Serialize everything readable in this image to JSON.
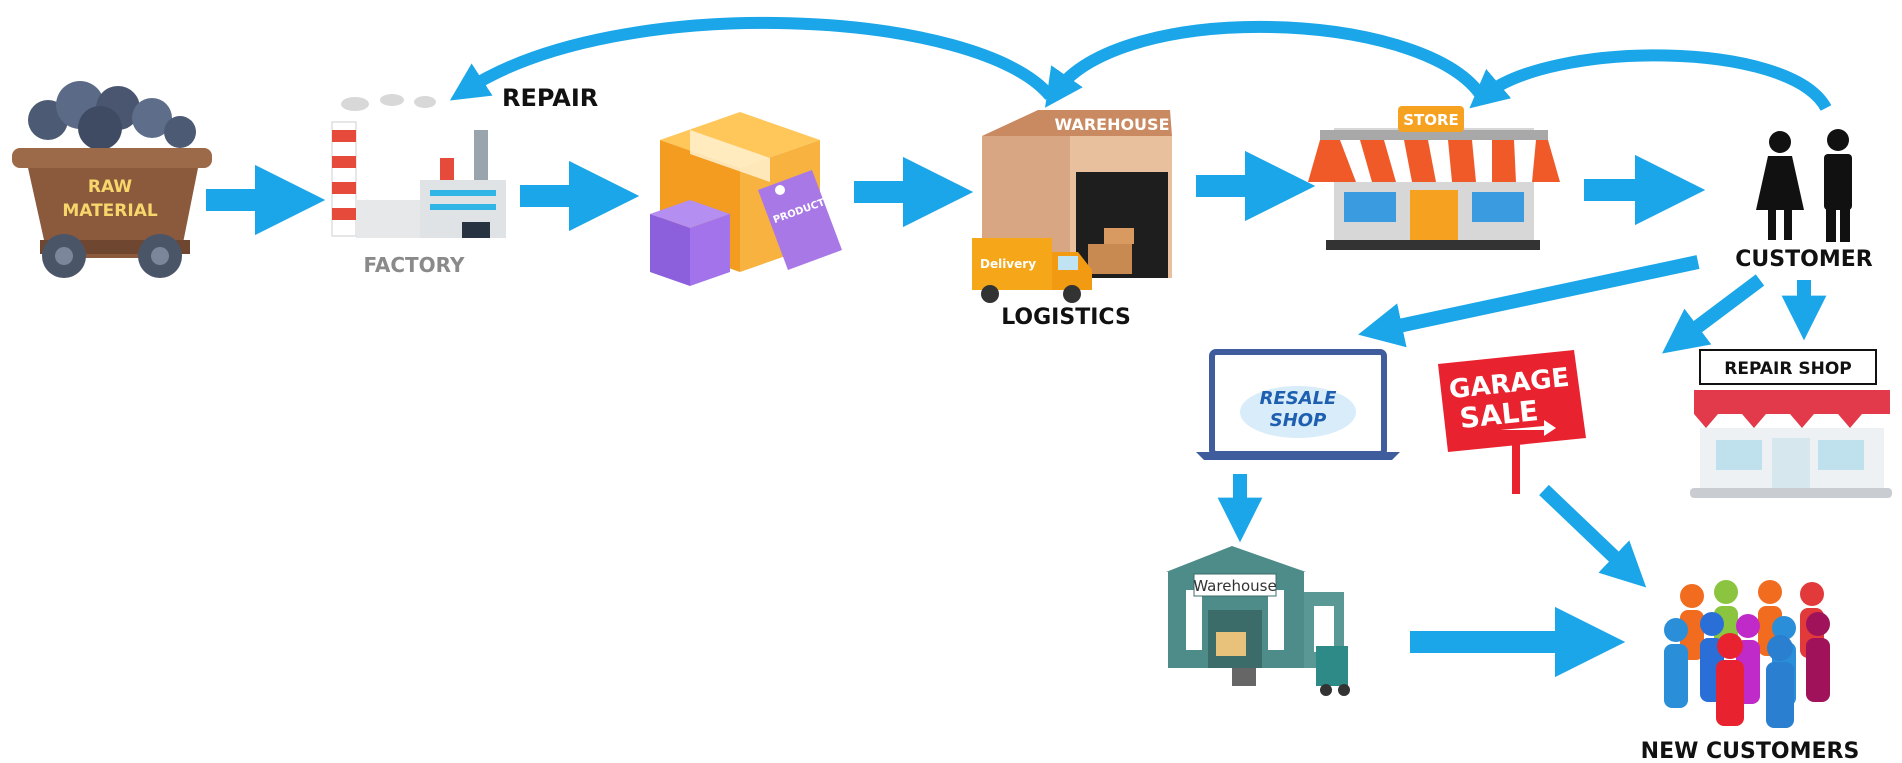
{
  "labels": {
    "raw_material_line1": "RAW",
    "raw_material_line2": "MATERIAL",
    "factory": "FACTORY",
    "repair": "REPAIR",
    "product_tag": "PRODUCT",
    "warehouse_sign": "WAREHOUSE",
    "delivery": "Delivery",
    "logistics": "LOGISTICS",
    "store_sign": "STORE",
    "customer": "CUSTOMER",
    "resale_line1": "RESALE",
    "resale_line2": "SHOP",
    "garage_line1": "GARAGE",
    "garage_line2": "SALE",
    "repair_shop": "REPAIR SHOP",
    "warehouse2": "Warehouse",
    "new_customers": "NEW CUSTOMERS"
  },
  "colors": {
    "arrow": "#1aa6e8",
    "cart": "#8b5a3c",
    "factory_red": "#e64a3b",
    "box": "#f4a534",
    "tag": "#a879e6",
    "warehouse": "#d9a684",
    "store_awning": "#f05a28",
    "garage_sign": "#e8232f"
  }
}
